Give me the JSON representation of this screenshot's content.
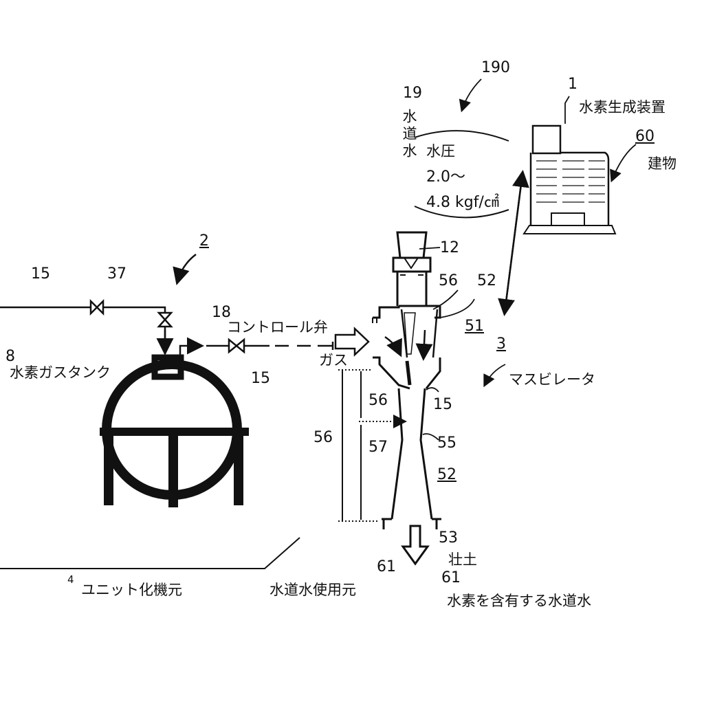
{
  "labels": {
    "ref_190": "190",
    "ref_2": "2",
    "ref_3": "3",
    "ref_51": "51",
    "ref_52": "52",
    "ref_60": "60",
    "n1": "1",
    "n4": "4",
    "n8": "8",
    "n12": "12",
    "n15a": "15",
    "n15b": "15",
    "n15c": "15",
    "n18": "18",
    "n19": "19",
    "n37": "37",
    "n52": "52",
    "n53": "53",
    "n55": "55",
    "n56a": "56",
    "n56b": "56",
    "n56c": "56",
    "n57": "57",
    "n61a": "61",
    "n61b": "61",
    "hydrogen_generator": "水素生成装置",
    "building": "建物",
    "tap_water_vertical": "水道水",
    "water_pressure": "水圧",
    "pressure_low": "2.0～",
    "pressure_high": "4.8 kgf/㎠",
    "hydrogen_gas_tank": "水素ガスタンク",
    "control_valve": "コントロール弁",
    "gas": "ガス",
    "mass_bilator": "マスビレータ",
    "soil": "壮土",
    "unit_base": "ユニット化機元",
    "tap_water_use": "水道水使用元",
    "hydrogen_water": "水素を含有する水道水"
  },
  "colors": {
    "ink": "#111111",
    "paper": "#ffffff"
  }
}
